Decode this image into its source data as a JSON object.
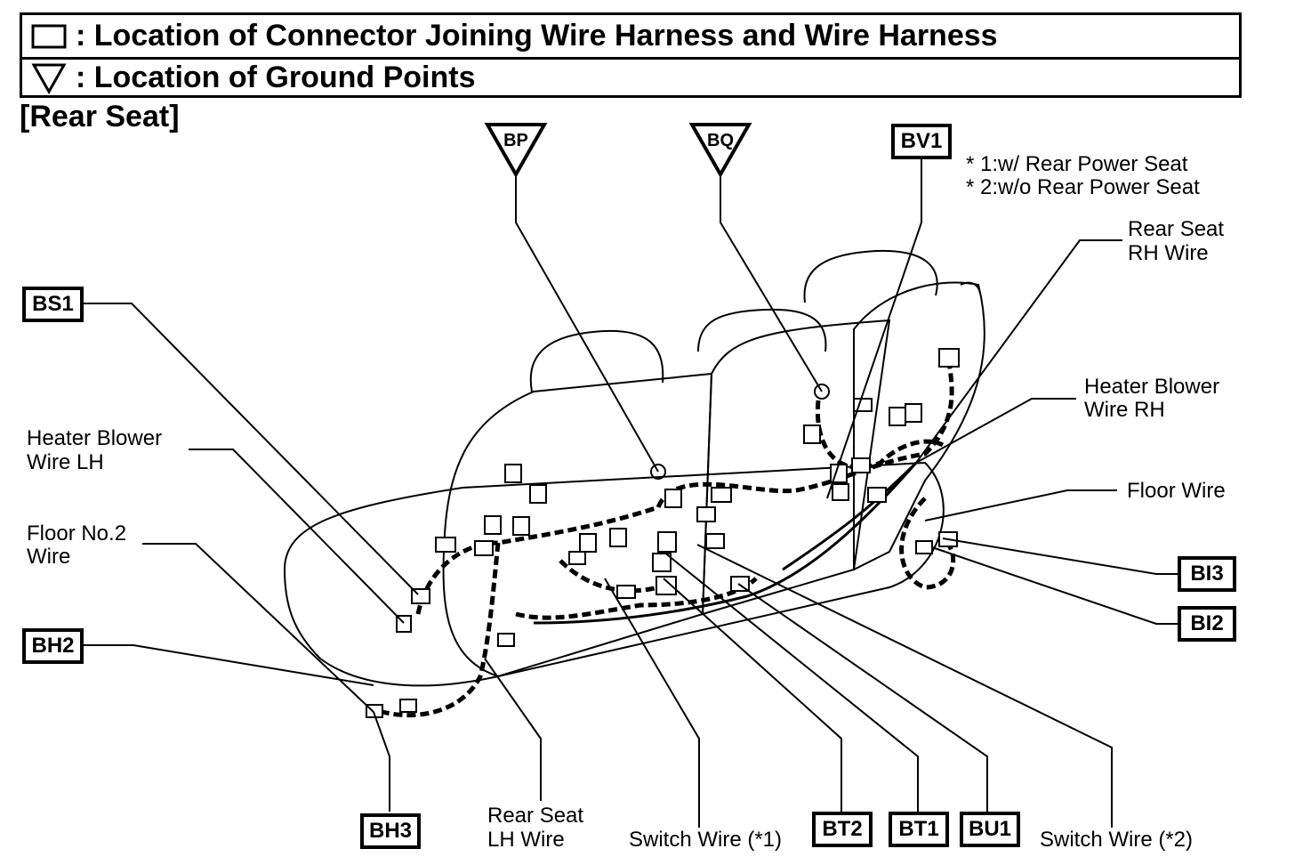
{
  "legend": {
    "connector_text": ": Location of Connector Joining Wire Harness and Wire Harness",
    "ground_text": ": Location of Ground Points",
    "connector_symbol": "rectangle-icon",
    "ground_symbol": "triangle-down-icon"
  },
  "title": "[Rear Seat]",
  "notes": [
    "* 1:w/ Rear Power Seat",
    "* 2:w/o Rear Power Seat"
  ],
  "ground_points": [
    "BP",
    "BQ"
  ],
  "connectors": {
    "BV1": "BV1",
    "BS1": "BS1",
    "BH2": "BH2",
    "BH3": "BH3",
    "BT2": "BT2",
    "BT1": "BT1",
    "BU1": "BU1",
    "BI3": "BI3",
    "BI2": "BI2"
  },
  "wires": {
    "heater_lh_1": "Heater Blower",
    "heater_lh_2": "Wire LH",
    "floor2_1": "Floor No.2",
    "floor2_2": "Wire",
    "rear_rh_1": "Rear Seat",
    "rear_rh_2": "RH Wire",
    "heater_rh_1": "Heater Blower",
    "heater_rh_2": "Wire RH",
    "floor": "Floor Wire",
    "rear_lh_1": "Rear Seat",
    "rear_lh_2": "LH Wire",
    "switch1": "Switch Wire (*1)",
    "switch2": "Switch Wire (*2)"
  }
}
